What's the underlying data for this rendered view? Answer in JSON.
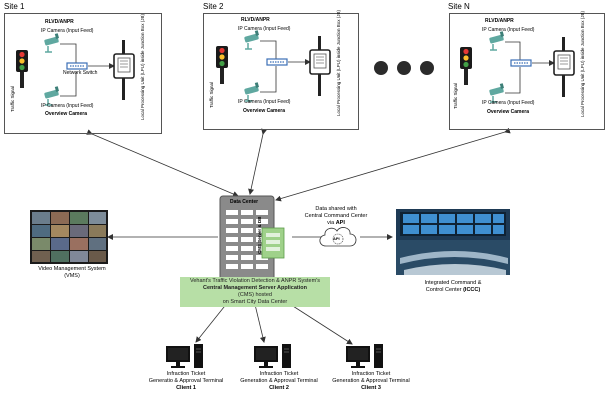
{
  "sites": [
    {
      "title": "Site 1",
      "rlvd": "RLVD/ANPR",
      "ip_camera_top": "IP Camera (Input Feed)",
      "ip_camera_bottom": "IP Camera (Input Feed)",
      "network_switch": "Network Switch",
      "traffic_signal": "Traffic Signal",
      "overview_camera": "Overview Camera",
      "lpu": "Local Processing Unit (LPU) inside Junction Box (JB)"
    },
    {
      "title": "Site 2",
      "rlvd": "RLVD/ANPR",
      "ip_camera_top": "IP Camera (Input Feed)",
      "ip_camera_bottom": "IP Camera (Input Feed)",
      "traffic_signal": "Traffic Signal",
      "overview_camera": "Overview Camera",
      "lpu": "Local Processing Unit (LPU) inside Junction Box (JB)"
    },
    {
      "title": "Site N",
      "rlvd": "RLVD/ANPR",
      "ip_camera_top": "IP Camera (Input Feed)",
      "ip_camera_bottom": "IP Camera (Input Feed)",
      "traffic_signal": "Traffic Signal",
      "overview_camera": "Overview Camera",
      "lpu": "Local Processing Unit (LPU) inside Junction Box (JB)"
    }
  ],
  "data_center": {
    "title": "Data Center",
    "server_label": "CMS Server & DB",
    "description_line1": "Vehant's Traffic Violation Detection & ANPR System's",
    "description_line2": "Central Management Server Application",
    "description_line3": "(CMS) hosted",
    "description_line4": "on Smart City Data Center"
  },
  "vms": {
    "line1": "Video Management System",
    "line2": "(VMS)"
  },
  "api": {
    "line1": "Data shared with",
    "line2": "Central Command Center",
    "line3_prefix": "via ",
    "line3_bold": "API",
    "cloud_label": "API"
  },
  "iccc": {
    "line1": "Integrated Command &",
    "line2_prefix": "Control Center ",
    "line2_bold": "(ICCC)"
  },
  "clients": [
    {
      "line1": "Infraction Ticket",
      "line2": "Generatio & Approval Terminal",
      "name": "Client 1"
    },
    {
      "line1": "Infraction Ticket",
      "line2": "Generation & Approval Terminal",
      "name": "Client 2"
    },
    {
      "line1": "Infraction Ticket",
      "line2": "Generation & Approval Terminal",
      "name": "Client 3"
    }
  ],
  "colors": {
    "green_label": "#b7dfa6",
    "server_gray": "#888888",
    "camera_teal": "#5fa8a0",
    "switch_blue": "#3b6fb6"
  }
}
